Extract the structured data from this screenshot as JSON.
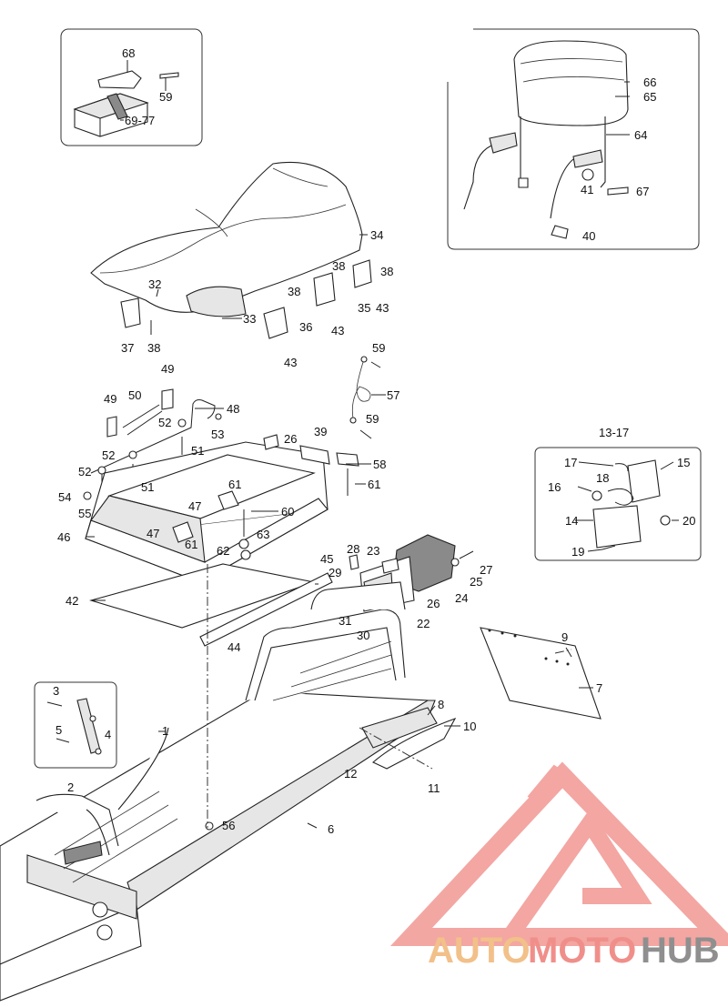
{
  "diagram": {
    "callouts": [
      {
        "id": "c68",
        "text": "68"
      },
      {
        "id": "c59a",
        "text": "59"
      },
      {
        "id": "c6977",
        "text": "69-77"
      },
      {
        "id": "c66",
        "text": "66"
      },
      {
        "id": "c65",
        "text": "65"
      },
      {
        "id": "c64",
        "text": "64"
      },
      {
        "id": "c41",
        "text": "41"
      },
      {
        "id": "c67",
        "text": "67"
      },
      {
        "id": "c40",
        "text": "40"
      },
      {
        "id": "c34",
        "text": "34"
      },
      {
        "id": "c38a",
        "text": "38"
      },
      {
        "id": "c38b",
        "text": "38"
      },
      {
        "id": "c35",
        "text": "35"
      },
      {
        "id": "c43a",
        "text": "43"
      },
      {
        "id": "c38c",
        "text": "38"
      },
      {
        "id": "c36",
        "text": "36"
      },
      {
        "id": "c43b",
        "text": "43"
      },
      {
        "id": "c43c",
        "text": "43"
      },
      {
        "id": "c32",
        "text": "32"
      },
      {
        "id": "c33",
        "text": "33"
      },
      {
        "id": "c37",
        "text": "37"
      },
      {
        "id": "c38d",
        "text": "38"
      },
      {
        "id": "c59b",
        "text": "59"
      },
      {
        "id": "c57",
        "text": "57"
      },
      {
        "id": "c59c",
        "text": "59"
      },
      {
        "id": "c49a",
        "text": "49"
      },
      {
        "id": "c49b",
        "text": "49"
      },
      {
        "id": "c50",
        "text": "50"
      },
      {
        "id": "c48",
        "text": "48"
      },
      {
        "id": "c52a",
        "text": "52"
      },
      {
        "id": "c53",
        "text": "53"
      },
      {
        "id": "c52b",
        "text": "52"
      },
      {
        "id": "c51a",
        "text": "51"
      },
      {
        "id": "c52c",
        "text": "52"
      },
      {
        "id": "c51b",
        "text": "51"
      },
      {
        "id": "c54",
        "text": "54"
      },
      {
        "id": "c55",
        "text": "55"
      },
      {
        "id": "c26a",
        "text": "26"
      },
      {
        "id": "c39",
        "text": "39"
      },
      {
        "id": "c58",
        "text": "58"
      },
      {
        "id": "c61a",
        "text": "61"
      },
      {
        "id": "c61b",
        "text": "61"
      },
      {
        "id": "c47a",
        "text": "47"
      },
      {
        "id": "c60",
        "text": "60"
      },
      {
        "id": "c47b",
        "text": "47"
      },
      {
        "id": "c61c",
        "text": "61"
      },
      {
        "id": "c63",
        "text": "63"
      },
      {
        "id": "c46",
        "text": "46"
      },
      {
        "id": "c62",
        "text": "62"
      },
      {
        "id": "c45",
        "text": "45"
      },
      {
        "id": "c42",
        "text": "42"
      },
      {
        "id": "c28",
        "text": "28"
      },
      {
        "id": "c23",
        "text": "23"
      },
      {
        "id": "c29",
        "text": "29"
      },
      {
        "id": "c27",
        "text": "27"
      },
      {
        "id": "c25",
        "text": "25"
      },
      {
        "id": "c26b",
        "text": "26"
      },
      {
        "id": "c24",
        "text": "24"
      },
      {
        "id": "c22",
        "text": "22"
      },
      {
        "id": "c31",
        "text": "31"
      },
      {
        "id": "c30",
        "text": "30"
      },
      {
        "id": "c44",
        "text": "44"
      },
      {
        "id": "c1317",
        "text": "13-17"
      },
      {
        "id": "c17",
        "text": "17"
      },
      {
        "id": "c18",
        "text": "18"
      },
      {
        "id": "c15",
        "text": "15"
      },
      {
        "id": "c16",
        "text": "16"
      },
      {
        "id": "c14",
        "text": "14"
      },
      {
        "id": "c20",
        "text": "20"
      },
      {
        "id": "c19",
        "text": "19"
      },
      {
        "id": "c9",
        "text": "9"
      },
      {
        "id": "c7",
        "text": "7"
      },
      {
        "id": "c8",
        "text": "8"
      },
      {
        "id": "c10",
        "text": "10"
      },
      {
        "id": "c12",
        "text": "12"
      },
      {
        "id": "c11",
        "text": "11"
      },
      {
        "id": "c3",
        "text": "3"
      },
      {
        "id": "c5",
        "text": "5"
      },
      {
        "id": "c4",
        "text": "4"
      },
      {
        "id": "c1",
        "text": "1"
      },
      {
        "id": "c2",
        "text": "2"
      },
      {
        "id": "c56",
        "text": "56"
      },
      {
        "id": "c6",
        "text": "6"
      }
    ]
  },
  "watermark": {
    "brand_part1": "AUTO",
    "brand_part2": "MOTO",
    "brand_part3": "HUB",
    "colors": {
      "auto": "#f2c089",
      "moto": "#f08f8a",
      "hub": "#8f8f8f",
      "logo": "#f29d99"
    }
  }
}
